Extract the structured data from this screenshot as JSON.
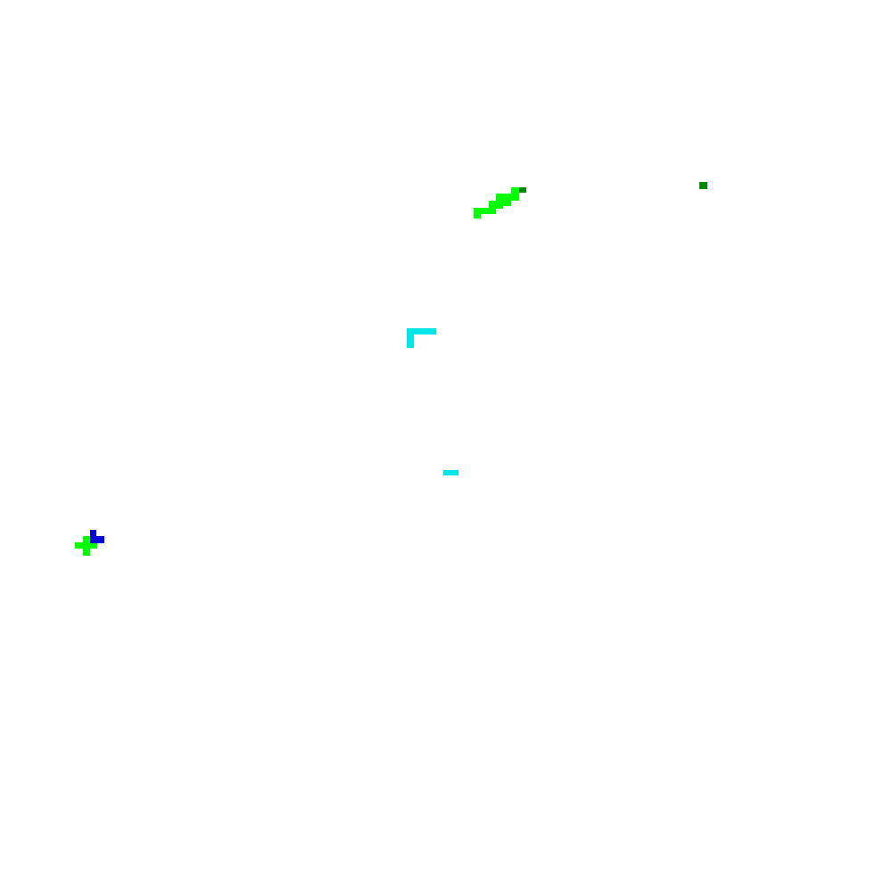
{
  "palette": {
    "background": "#ffffff",
    "bright_green": "#00ff00",
    "dark_green": "#00880a",
    "cyan": "#00e5e8",
    "blue": "#0000d8"
  },
  "objects": [
    {
      "name": "green-diagonal-cluster",
      "kind": "pixel-cluster",
      "color": "bright_green"
    },
    {
      "name": "dark-green-tip-cell",
      "kind": "pixel",
      "color": "dark_green"
    },
    {
      "name": "dark-green-single-cell",
      "kind": "pixel",
      "color": "dark_green"
    },
    {
      "name": "cyan-corner-shape",
      "kind": "pixel-cluster",
      "color": "cyan"
    },
    {
      "name": "cyan-bar",
      "kind": "pixel-cluster",
      "color": "cyan"
    },
    {
      "name": "green-cross-shape",
      "kind": "pixel-cluster",
      "color": "bright_green"
    },
    {
      "name": "blue-l-shape",
      "kind": "pixel-cluster",
      "color": "blue"
    }
  ]
}
